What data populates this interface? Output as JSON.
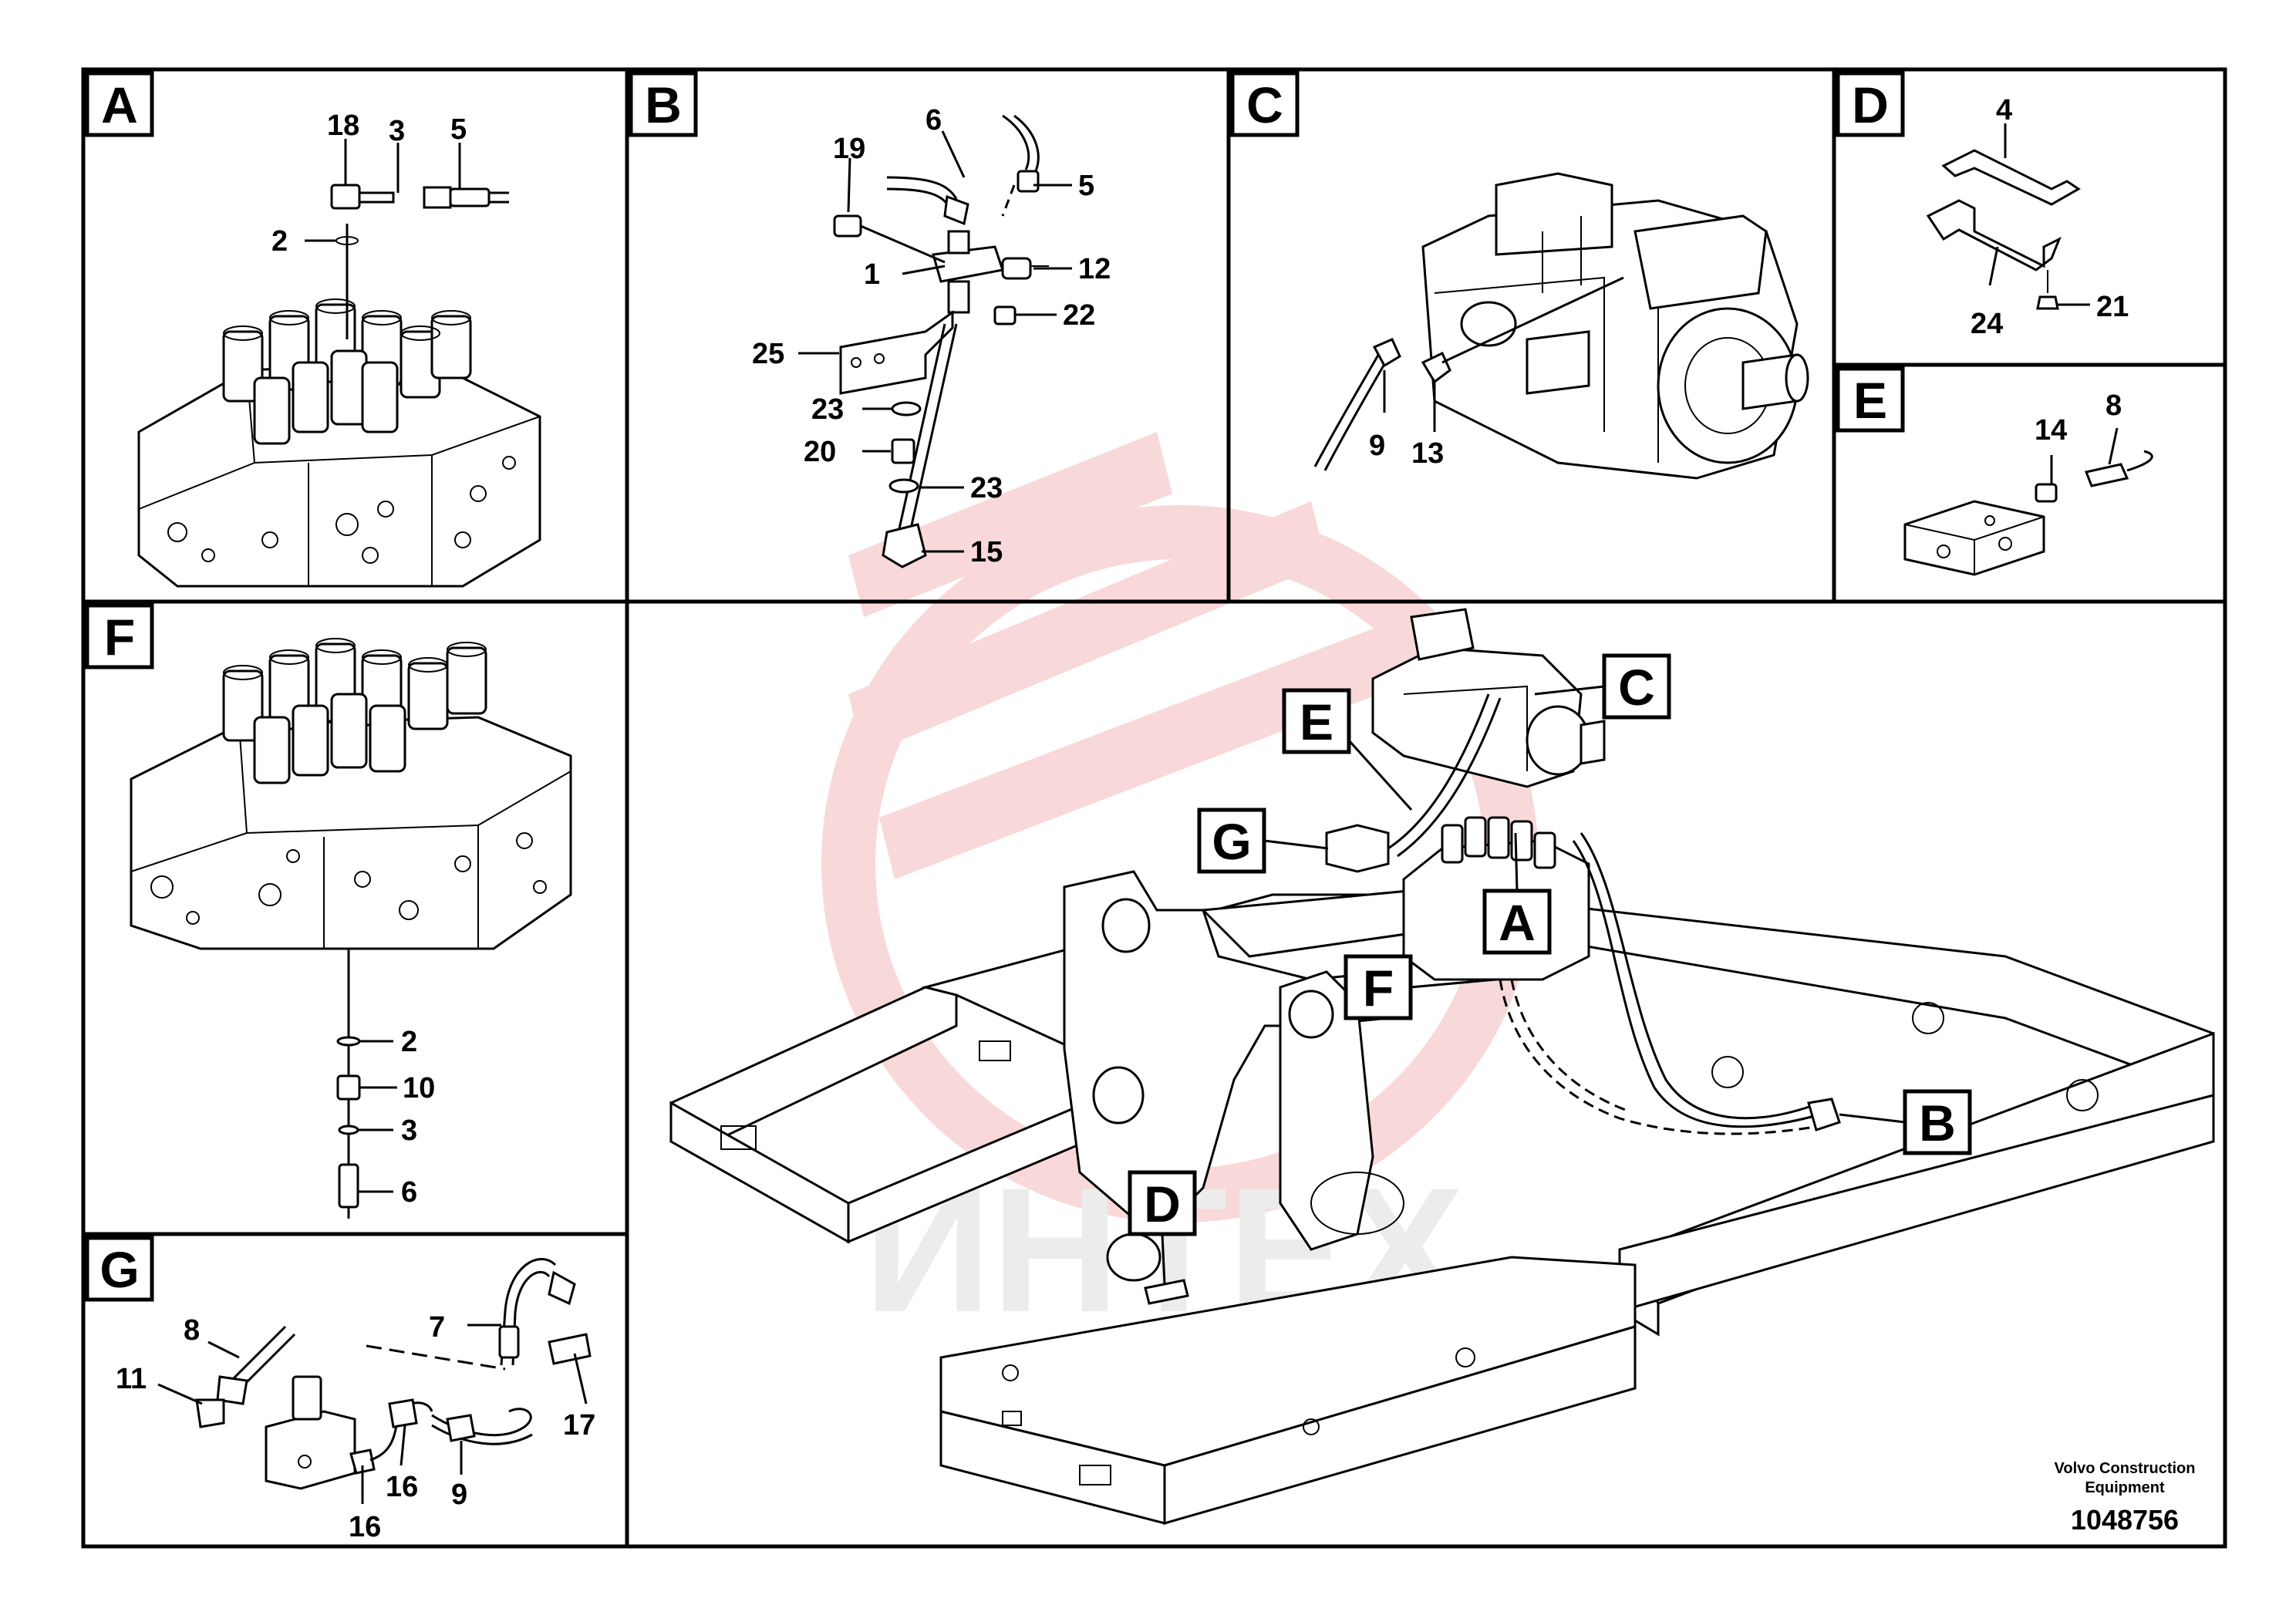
{
  "watermark": {
    "text": "ИНТЕХ",
    "color": "#f2b5b5"
  },
  "footer": {
    "maker_line1": "Volvo Construction",
    "maker_line2": "Equipment",
    "drawing_number": "1048756"
  },
  "panels": {
    "A": {
      "letter": "A",
      "callouts": [
        "18",
        "3",
        "5",
        "2"
      ]
    },
    "B": {
      "letter": "B",
      "callouts": [
        "19",
        "6",
        "5",
        "12",
        "1",
        "22",
        "25",
        "23",
        "20",
        "23",
        "15"
      ]
    },
    "C": {
      "letter": "C",
      "callouts": [
        "9",
        "13"
      ]
    },
    "D": {
      "letter": "D",
      "callouts": [
        "4",
        "24",
        "21"
      ]
    },
    "E": {
      "letter": "E",
      "callouts": [
        "14",
        "8"
      ]
    },
    "F": {
      "letter": "F",
      "callouts": [
        "2",
        "10",
        "3",
        "6"
      ]
    },
    "G": {
      "letter": "G",
      "callouts": [
        "8",
        "11",
        "7",
        "17",
        "16",
        "16",
        "9"
      ]
    }
  },
  "main_view": {
    "flags": [
      "C",
      "E",
      "G",
      "A",
      "F",
      "B",
      "D"
    ]
  }
}
